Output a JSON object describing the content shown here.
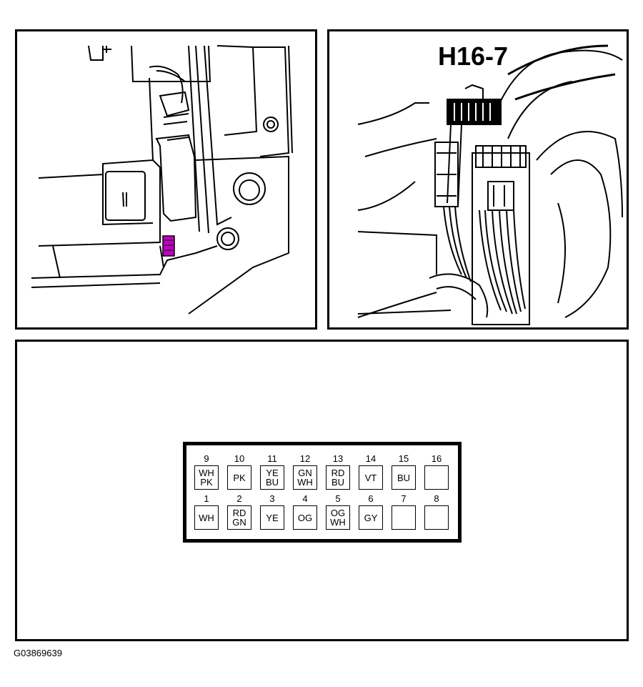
{
  "connector": {
    "label": "H16-7",
    "highlight_color": "#c000c0",
    "row_top": [
      {
        "pin": "9",
        "colors": [
          "WH",
          "PK"
        ]
      },
      {
        "pin": "10",
        "colors": [
          "PK"
        ]
      },
      {
        "pin": "11",
        "colors": [
          "YE",
          "BU"
        ]
      },
      {
        "pin": "12",
        "colors": [
          "GN",
          "WH"
        ]
      },
      {
        "pin": "13",
        "colors": [
          "RD",
          "BU"
        ]
      },
      {
        "pin": "14",
        "colors": [
          "VT"
        ]
      },
      {
        "pin": "15",
        "colors": [
          "BU"
        ]
      },
      {
        "pin": "16",
        "colors": []
      }
    ],
    "row_bottom": [
      {
        "pin": "1",
        "colors": [
          "WH"
        ]
      },
      {
        "pin": "2",
        "colors": [
          "RD",
          "GN"
        ]
      },
      {
        "pin": "3",
        "colors": [
          "YE"
        ]
      },
      {
        "pin": "4",
        "colors": [
          "OG"
        ]
      },
      {
        "pin": "5",
        "colors": [
          "OG",
          "WH"
        ]
      },
      {
        "pin": "6",
        "colors": [
          "GY"
        ]
      },
      {
        "pin": "7",
        "colors": []
      },
      {
        "pin": "8",
        "colors": []
      }
    ]
  },
  "figure_id": "G03869639"
}
